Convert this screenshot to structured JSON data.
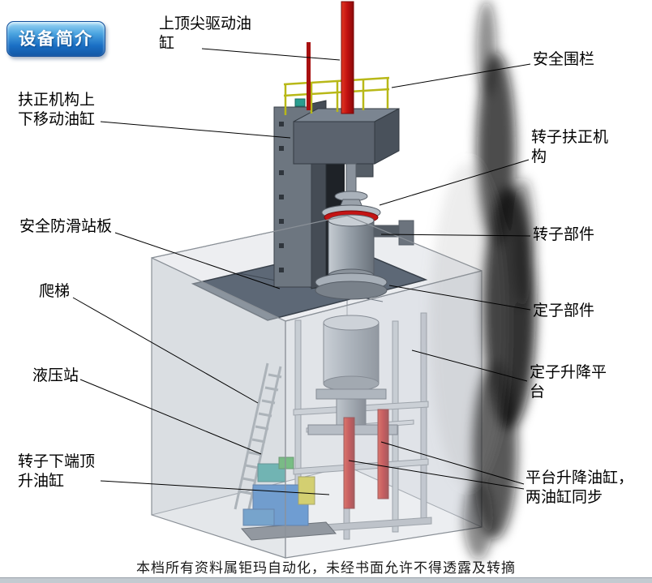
{
  "badge": {
    "label": "设备简介"
  },
  "labels": {
    "top_cylinder": "上顶尖驱动油缸",
    "safety_fence": "安全围栏",
    "centering_cylinder": "扶正机构上下移动油缸",
    "rotor_centering": "转子扶正机构",
    "antislip_board": "安全防滑站板",
    "rotor_part": "转子部件",
    "ladder": "爬梯",
    "stator_part": "定子部件",
    "hydraulic_station": "液压站",
    "stator_platform": "定子升降平台",
    "rotor_bottom_cylinder": "转子下端顶升油缸",
    "platform_cylinders": "平台升降油缸，两油缸同步"
  },
  "footer": {
    "text": "本档所有资料属钜玛自动化，未经书面允许不得透露及转摘"
  },
  "colors": {
    "accent_red": "#c41414",
    "railing_yellow": "#b8b818",
    "hydraulic_blue": "#2f78cc",
    "badge_blue": "#1a6fc4"
  }
}
